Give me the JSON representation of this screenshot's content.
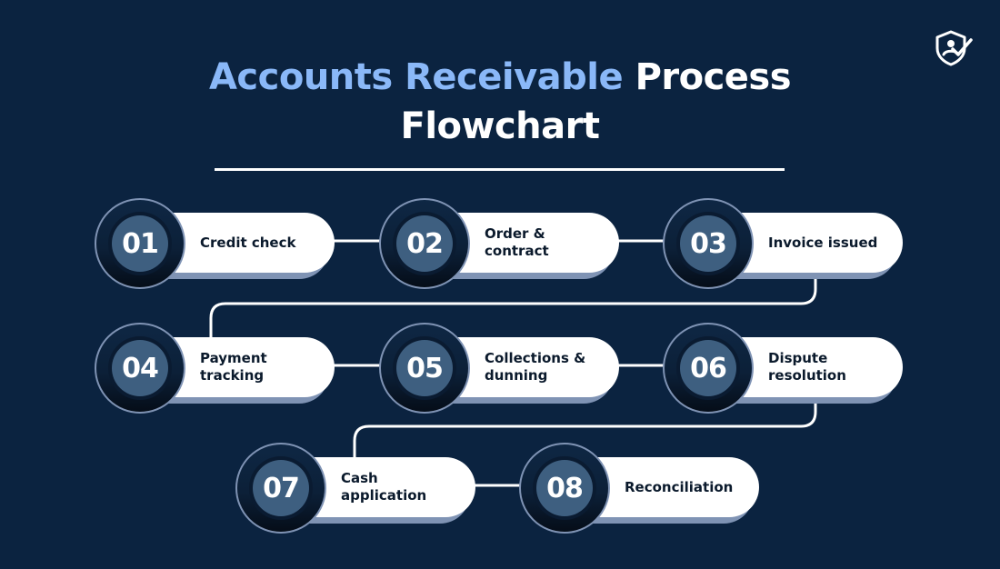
{
  "title": {
    "accent": "Accounts Receivable",
    "rest": " Process",
    "line2": "Flowchart"
  },
  "colors": {
    "background": "#0b2340",
    "accent": "#8ab8f8",
    "node_disc": "#3e5f80",
    "pill_shadow": "#7f93b4"
  },
  "logo_icon": "shield-check-icon",
  "steps": [
    {
      "number": "01",
      "label": "Credit check"
    },
    {
      "number": "02",
      "label": "Order & contract"
    },
    {
      "number": "03",
      "label": "Invoice issued"
    },
    {
      "number": "04",
      "label": "Payment tracking"
    },
    {
      "number": "05",
      "label": "Collections & dunning"
    },
    {
      "number": "06",
      "label": "Dispute resolution"
    },
    {
      "number": "07",
      "label": "Cash application"
    },
    {
      "number": "08",
      "label": "Reconciliation"
    }
  ]
}
